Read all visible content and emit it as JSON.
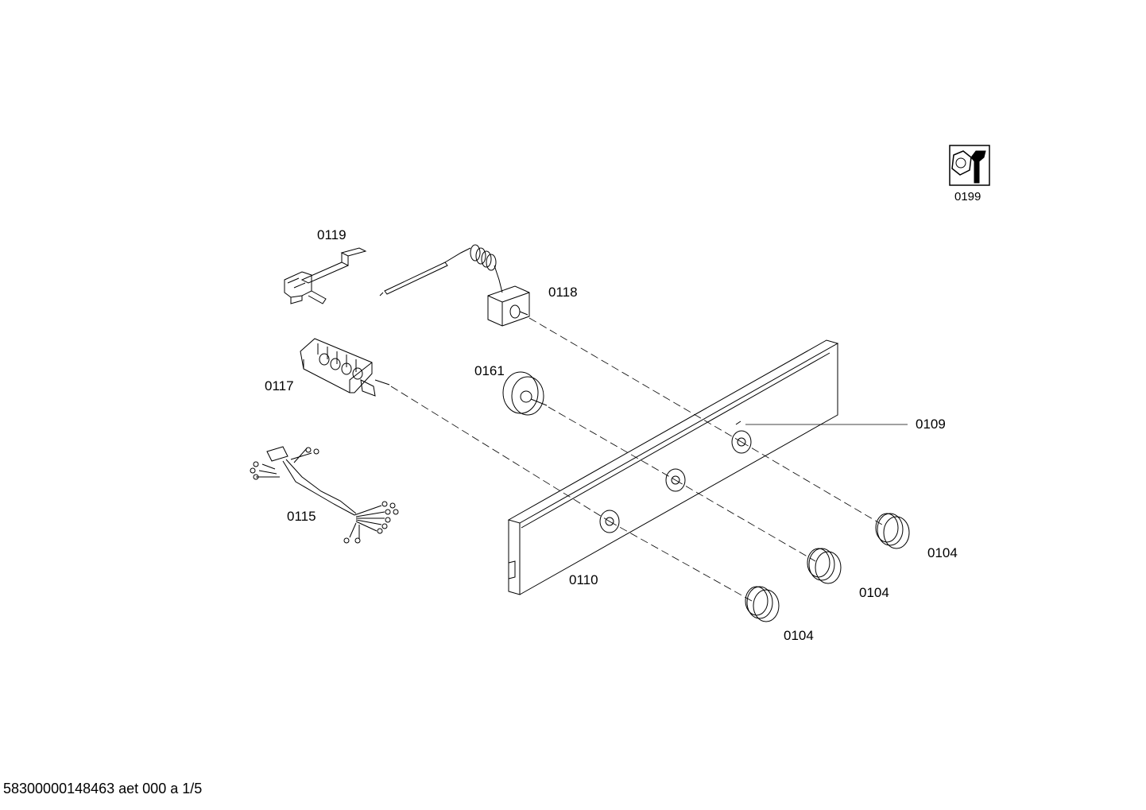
{
  "diagram": {
    "parts": [
      {
        "id": "0119"
      },
      {
        "id": "0118"
      },
      {
        "id": "0117"
      },
      {
        "id": "0161"
      },
      {
        "id": "0115"
      },
      {
        "id": "0109"
      },
      {
        "id": "0110"
      },
      {
        "id": "0104"
      },
      {
        "id": "0104"
      },
      {
        "id": "0104"
      },
      {
        "id": "0199"
      }
    ]
  },
  "footer": {
    "text": "58300000148463 aet 000 a 1/5"
  },
  "colors": {
    "line": "#000000",
    "background": "#ffffff"
  }
}
